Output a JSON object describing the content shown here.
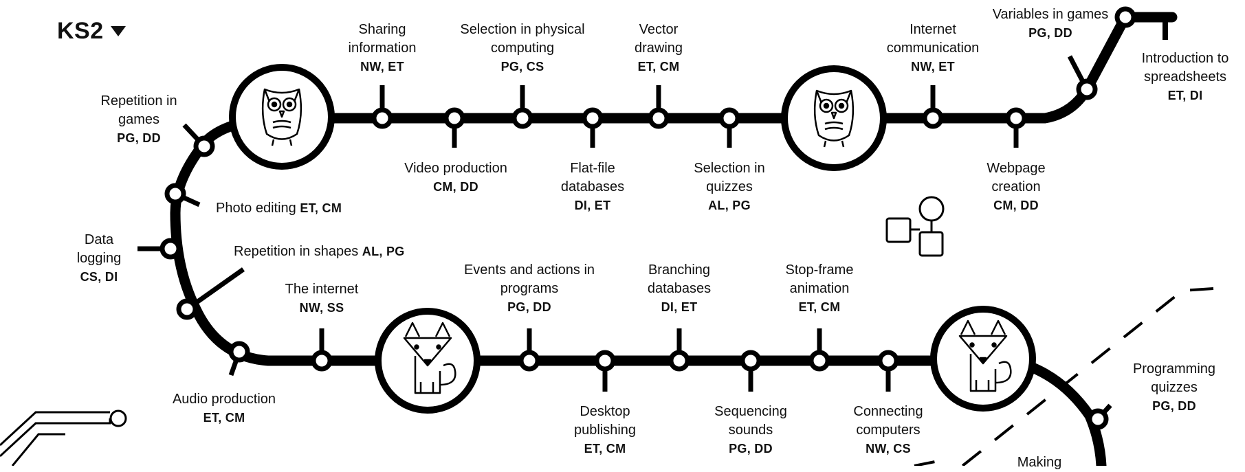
{
  "stage": {
    "label": "KS2"
  },
  "units": [
    {
      "name": "Sharing information",
      "codes": "NW, ET"
    },
    {
      "name": "Selection in physical computing",
      "codes": "PG, CS"
    },
    {
      "name": "Vector drawing",
      "codes": "ET, CM"
    },
    {
      "name": "Internet communication",
      "codes": "NW, ET"
    },
    {
      "name": "Variables in games",
      "codes": "PG, DD"
    },
    {
      "name": "Introduction to spreadsheets",
      "codes": "ET, DI"
    },
    {
      "name": "Repetition in games",
      "codes": "PG, DD"
    },
    {
      "name": "Video production",
      "codes": "CM, DD"
    },
    {
      "name": "Flat-file databases",
      "codes": "DI, ET"
    },
    {
      "name": "Selection in quizzes",
      "codes": "AL, PG"
    },
    {
      "name": "Webpage creation",
      "codes": "CM, DD"
    },
    {
      "name": "Photo editing",
      "codes": "ET, CM"
    },
    {
      "name": "Data logging",
      "codes": "CS, DI"
    },
    {
      "name": "Repetition in shapes",
      "codes": "AL, PG"
    },
    {
      "name": "The internet",
      "codes": "NW, SS"
    },
    {
      "name": "Events and actions in programs",
      "codes": "PG, DD"
    },
    {
      "name": "Branching databases",
      "codes": "DI, ET"
    },
    {
      "name": "Stop-frame animation",
      "codes": "ET, CM"
    },
    {
      "name": "Programming quizzes",
      "codes": "PG, DD"
    },
    {
      "name": "Audio production",
      "codes": "ET, CM"
    },
    {
      "name": "Desktop publishing",
      "codes": "ET, CM"
    },
    {
      "name": "Sequencing sounds",
      "codes": "PG, DD"
    },
    {
      "name": "Connecting computers",
      "codes": "NW, CS"
    },
    {
      "name": "Making"
    }
  ],
  "icons": [
    "owl-icon",
    "owl-icon",
    "fox-icon",
    "fox-icon",
    "flowchart-icon",
    "circuit-icon"
  ],
  "colors": {
    "line": "#000000",
    "background": "#ffffff"
  }
}
